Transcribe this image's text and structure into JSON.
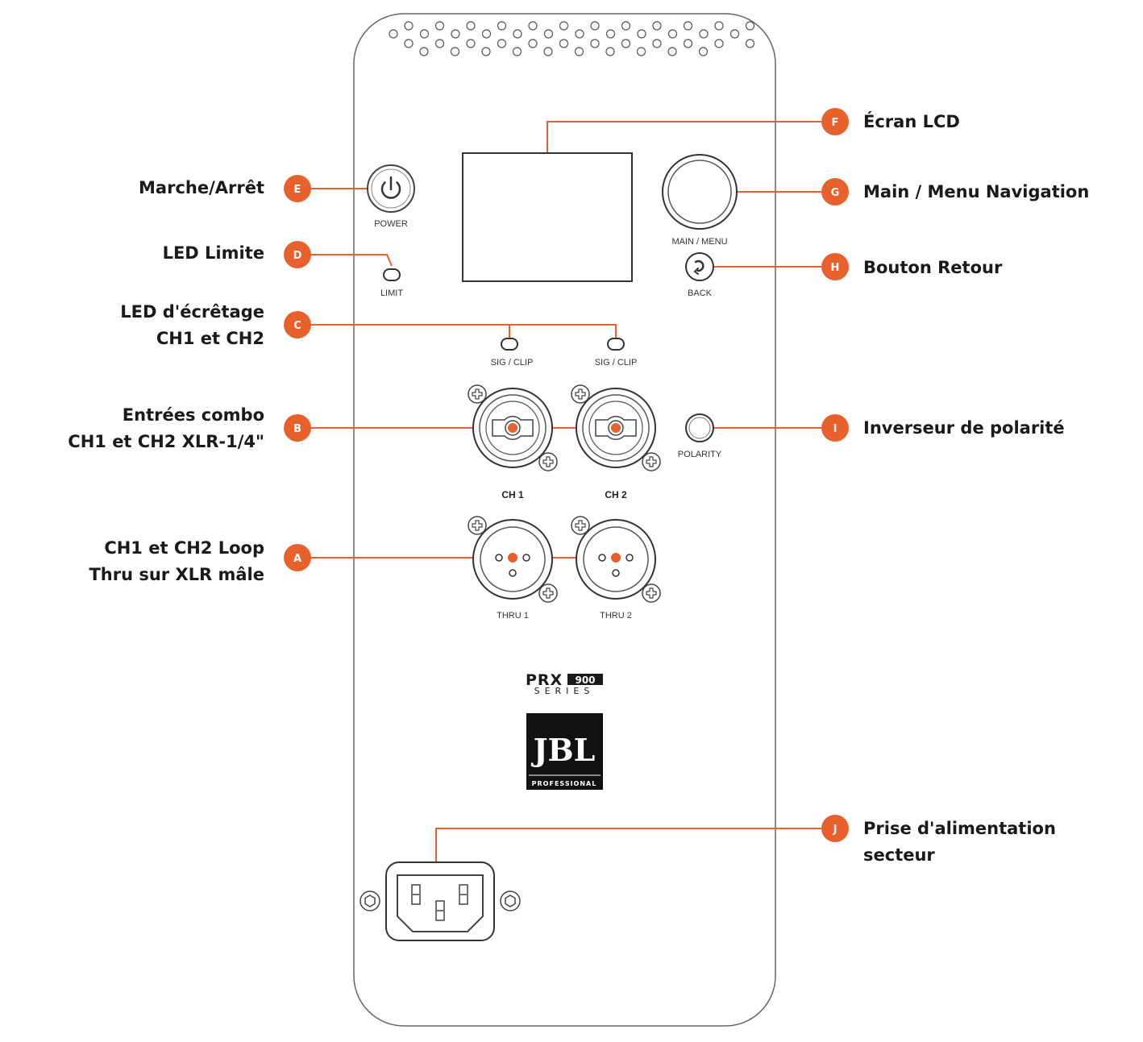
{
  "colors": {
    "accent": "#e8612c",
    "outline": "#555555",
    "text": "#1a1a1a"
  },
  "callouts": {
    "A": {
      "letter": "A",
      "line1": "CH1 et CH2 Loop",
      "line2": "Thru sur XLR mâle"
    },
    "B": {
      "letter": "B",
      "line1": "Entrées combo",
      "line2": "CH1 et CH2 XLR-1/4\""
    },
    "C": {
      "letter": "C",
      "line1": "LED d'écrêtage",
      "line2": "CH1 et CH2"
    },
    "D": {
      "letter": "D",
      "line1": "LED Limite"
    },
    "E": {
      "letter": "E",
      "line1": "Marche/Arrêt"
    },
    "F": {
      "letter": "F",
      "line1": "Écran LCD"
    },
    "G": {
      "letter": "G",
      "line1": "Main / Menu Navigation"
    },
    "H": {
      "letter": "H",
      "line1": "Bouton Retour"
    },
    "I": {
      "letter": "I",
      "line1": "Inverseur de polarité"
    },
    "J": {
      "letter": "J",
      "line1": "Prise d'alimentation",
      "line2": "secteur"
    }
  },
  "panel": {
    "power": "POWER",
    "limit": "LIMIT",
    "main_menu": "MAIN / MENU",
    "back": "BACK",
    "sig_clip_1": "SIG / CLIP",
    "sig_clip_2": "SIG / CLIP",
    "polarity": "POLARITY",
    "ch1": "CH 1",
    "ch2": "CH 2",
    "thru1": "THRU 1",
    "thru2": "THRU 2"
  },
  "brand": {
    "series_name": "PRX",
    "series_number": "900",
    "series_word": "SERIES",
    "logo": "JBL",
    "logo_sub": "PROFESSIONAL"
  }
}
